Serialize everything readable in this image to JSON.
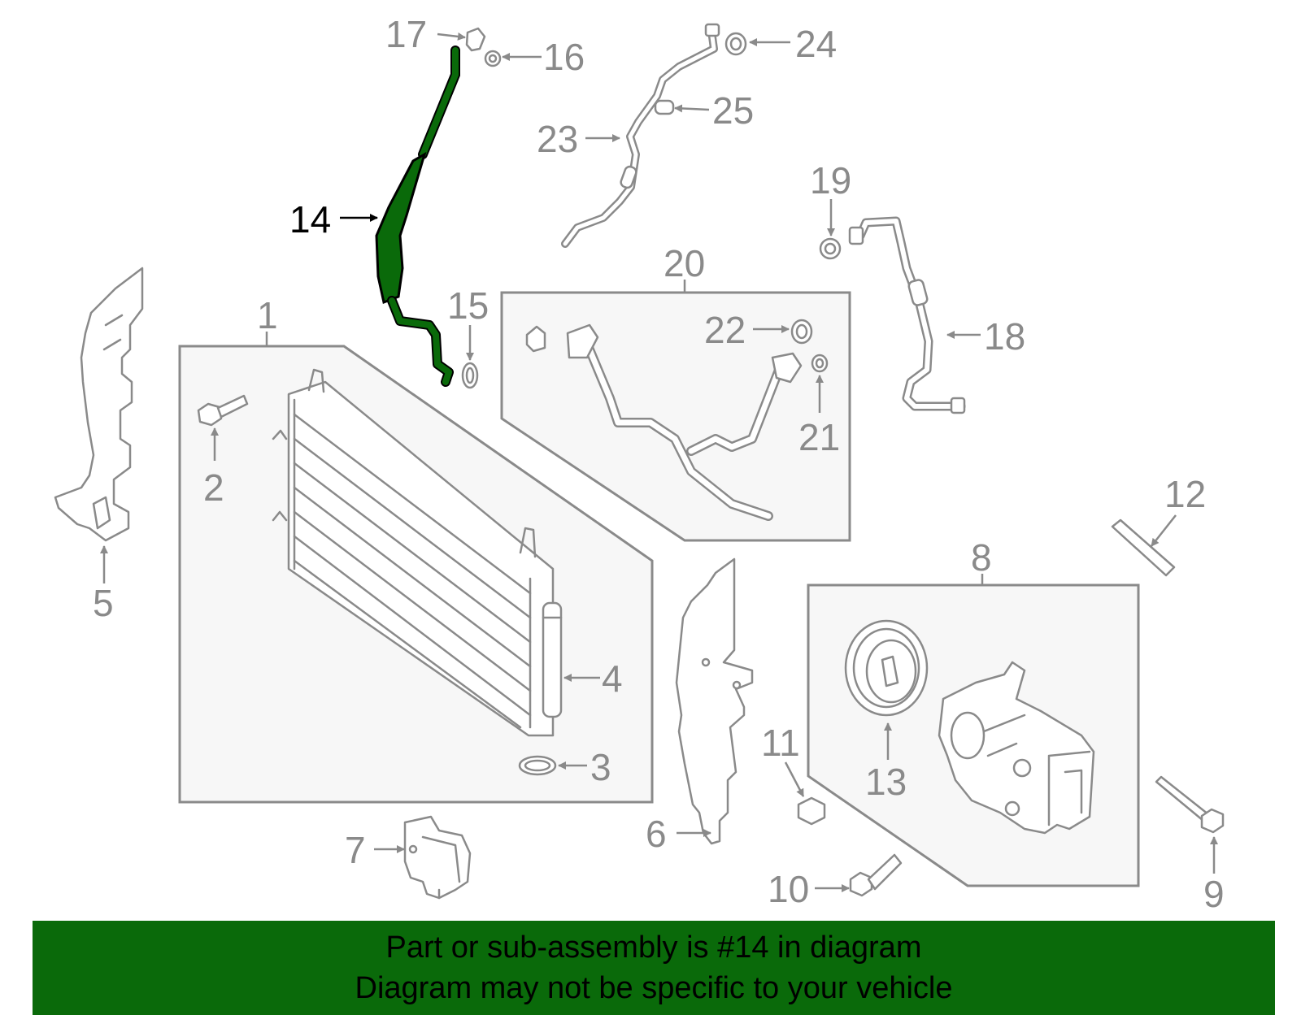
{
  "colors": {
    "highlight": "#0a6a0a",
    "line": "#8a8a8a",
    "box_fill": "#f7f7f7",
    "banner_bg": "#0a6a0a"
  },
  "highlighted_part": "14",
  "callouts": {
    "c1": "1",
    "c2": "2",
    "c3": "3",
    "c4": "4",
    "c5": "5",
    "c6": "6",
    "c7": "7",
    "c8": "8",
    "c9": "9",
    "c10": "10",
    "c11": "11",
    "c12": "12",
    "c13": "13",
    "c14": "14",
    "c15": "15",
    "c16": "16",
    "c17": "17",
    "c18": "18",
    "c19": "19",
    "c20": "20",
    "c21": "21",
    "c22": "22",
    "c23": "23",
    "c24": "24",
    "c25": "25"
  },
  "banner": {
    "line1": "Part or sub-assembly is #14 in diagram",
    "line2": "Diagram may not be specific to your vehicle"
  }
}
